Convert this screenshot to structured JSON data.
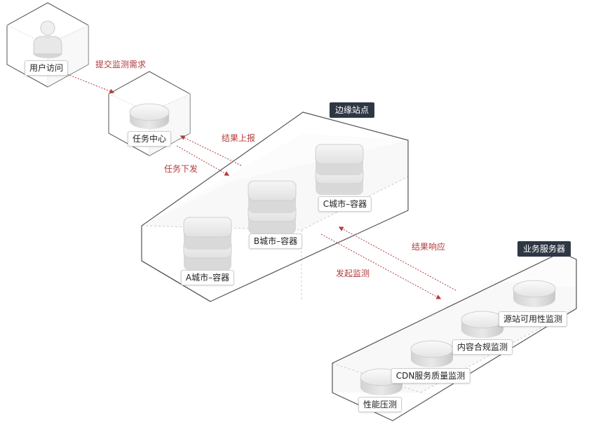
{
  "user": {
    "label": "用户访问"
  },
  "task_center": {
    "label": "任务中心"
  },
  "edge_site": {
    "tag": "边缘站点",
    "containers": [
      {
        "label": "A城市–容器"
      },
      {
        "label": "B城市–容器"
      },
      {
        "label": "C城市–容器"
      }
    ]
  },
  "business_server": {
    "tag": "业务服务器",
    "services": [
      {
        "label": "性能压测"
      },
      {
        "label": "CDN服务质量监测"
      },
      {
        "label": "内容合规监测"
      },
      {
        "label": "源站可用性监测"
      }
    ]
  },
  "flows": {
    "submit_request": "提交监测需求",
    "result_report": "结果上报",
    "task_dispatch": "任务下发",
    "result_response": "结果响应",
    "start_monitor": "发起监测"
  },
  "colors": {
    "flow": "#b23c3c",
    "tag_bg": "#2f3744",
    "frame": "#555555"
  }
}
